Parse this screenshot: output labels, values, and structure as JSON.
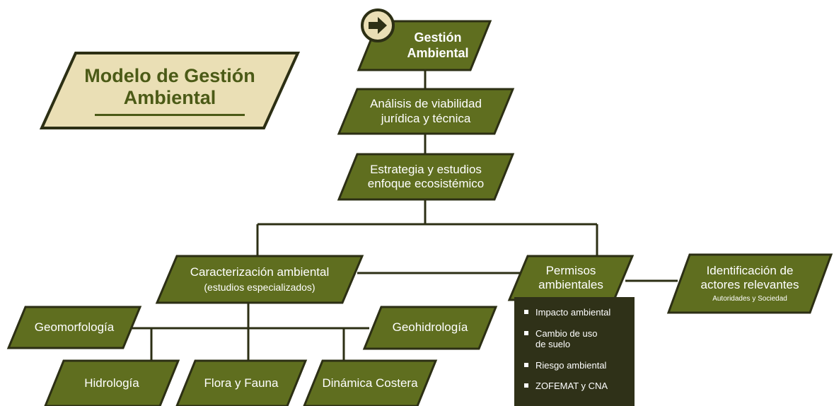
{
  "title": {
    "line1": "Modelo de Gestión",
    "line2": "Ambiental"
  },
  "nodes": {
    "gestion": {
      "line1": "Gestión",
      "line2": "Ambiental"
    },
    "analisis": {
      "line1": "Análisis de viabilidad",
      "line2": "jurídica y técnica"
    },
    "estrategia": {
      "line1": "Estrategia y estudios",
      "line2": "enfoque ecosistémico"
    },
    "caracterizacion": {
      "line1": "Caracterización ambiental",
      "line2": "(estudios especializados)"
    },
    "permisos": {
      "line1": "Permisos",
      "line2": "ambientales"
    },
    "identificacion": {
      "line1": "Identificación de",
      "line2": "actores relevantes",
      "line3": "Autoridades y Sociedad"
    },
    "geomorfologia": {
      "label": "Geomorfología"
    },
    "geohidrologia": {
      "label": "Geohidrología"
    },
    "hidrologia": {
      "label": "Hidrología"
    },
    "flora": {
      "label": "Flora y Fauna"
    },
    "dinamica": {
      "label": "Dinámica Costera"
    }
  },
  "permits": {
    "items": [
      {
        "line1": "Impacto ambiental",
        "line2": ""
      },
      {
        "line1": "Cambio de uso",
        "line2": "de suelo"
      },
      {
        "line1": "Riesgo ambiental",
        "line2": ""
      },
      {
        "line1": "ZOFEMAT y CNA",
        "line2": ""
      }
    ]
  },
  "colors": {
    "node_fill": "#5f6e1f",
    "node_border": "#2c2f14",
    "title_fill": "#eadfb5",
    "title_text": "#4b5a16",
    "connector": "#2c2f14",
    "panel_fill": "#2f3118",
    "arrow_circle": "#eadfb5"
  },
  "icons": {
    "start": "arrow-right-icon"
  }
}
